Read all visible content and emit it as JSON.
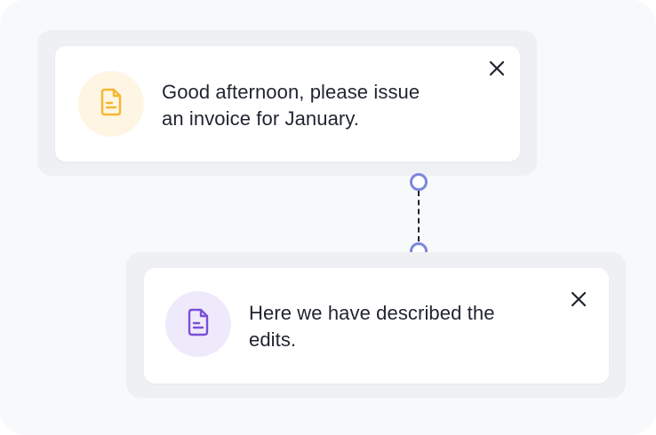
{
  "cards": [
    {
      "text_line1": "Good afternoon, please issue",
      "text_line2": "an invoice for January.",
      "icon": "document-icon",
      "icon_color": "#f5b731",
      "icon_bg": "#fff5e3"
    },
    {
      "text_line1": "Here we have described the",
      "text_line2": "edits.",
      "icon": "document-icon",
      "icon_color": "#7b4fd6",
      "icon_bg": "#efeafb"
    }
  ],
  "connector": {
    "color": "#7b87dc",
    "style": "dashed"
  },
  "close_icon": "close-icon"
}
